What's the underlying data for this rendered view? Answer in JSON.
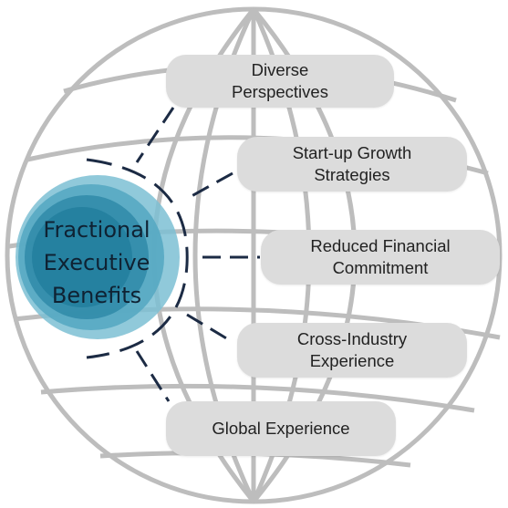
{
  "center": {
    "line1": "Fractional",
    "line2": "Executive",
    "line3": "Benefits"
  },
  "benefits": [
    {
      "line1": "Diverse",
      "line2": "Perspectives"
    },
    {
      "line1": "Start-up Growth",
      "line2": "Strategies"
    },
    {
      "line1": "Reduced Financial",
      "line2": "Commitment"
    },
    {
      "line1": "Cross-Industry",
      "line2": "Experience"
    },
    {
      "line1": "Global Experience"
    }
  ],
  "colors": {
    "globe_lines": "#bdbdbd",
    "connectors": "#1c2b44",
    "pill_fill": "#dcdcdc",
    "circle_outer": "#7dbfd4",
    "circle_inner": "#2f8aa8"
  }
}
